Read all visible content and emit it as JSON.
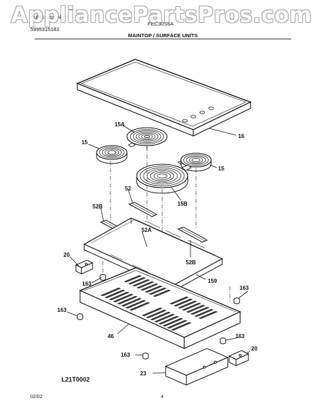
{
  "watermark": "AppliancePartsPros.com",
  "header": {
    "publication_label": "Publication No.",
    "publication_number": "5995315183",
    "model": "FEC30S6A",
    "section_title": "MAINTOP / SURFACE UNITS"
  },
  "callouts": {
    "c15a": "15A",
    "c15_left": "15",
    "c15_right": "15",
    "c16": "16",
    "c15b": "15B",
    "c52": "52",
    "c52b_left": "52B",
    "c52a": "52A",
    "c52b_right": "52B",
    "c20_left": "20",
    "c20_right": "20",
    "c159": "159",
    "c163_a": "163",
    "c163_b": "163",
    "c163_c": "163",
    "c163_d": "163",
    "c163_e": "163",
    "c46": "46",
    "c23": "23"
  },
  "footer": {
    "reference": "L21T0002",
    "date": "02/02",
    "page": "4"
  }
}
